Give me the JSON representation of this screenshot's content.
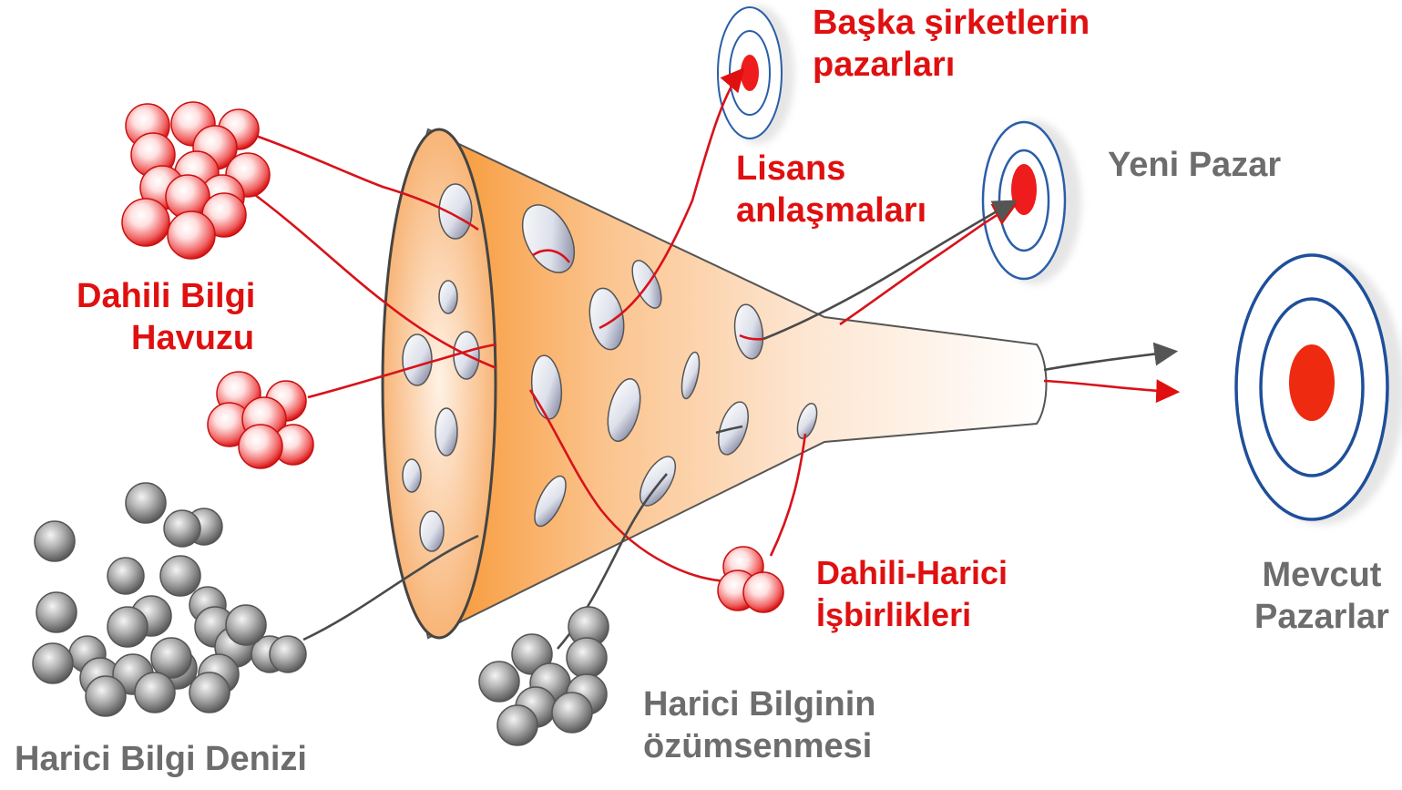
{
  "labels": {
    "baska_line1": "Başka şirketlerin",
    "baska_line2": "pazarları",
    "lisans_line1": "Lisans",
    "lisans_line2": "anlaşmaları",
    "yeni_pazar": "Yeni Pazar",
    "dahili_line1": "Dahili Bilgi",
    "dahili_line2": "Havuzu",
    "mevcut_line1": "Mevcut",
    "mevcut_line2": "Pazarlar",
    "isbirlik_line1": "Dahili-Harici",
    "isbirlik_line2": "İşbirlikleri",
    "ozumseme_line1": "Harici Bilginin",
    "ozumseme_line2": "özümsenmesi",
    "deniz": "Harici Bilgi Denizi"
  },
  "colors": {
    "accent_red": "#e01010",
    "label_gray": "#6d6d6d",
    "funnel_orange": "#f7a050",
    "target_blue": "#2a5ea8"
  },
  "icons": [
    "internal-knowledge-sphere",
    "external-knowledge-sphere",
    "funnel",
    "target"
  ]
}
